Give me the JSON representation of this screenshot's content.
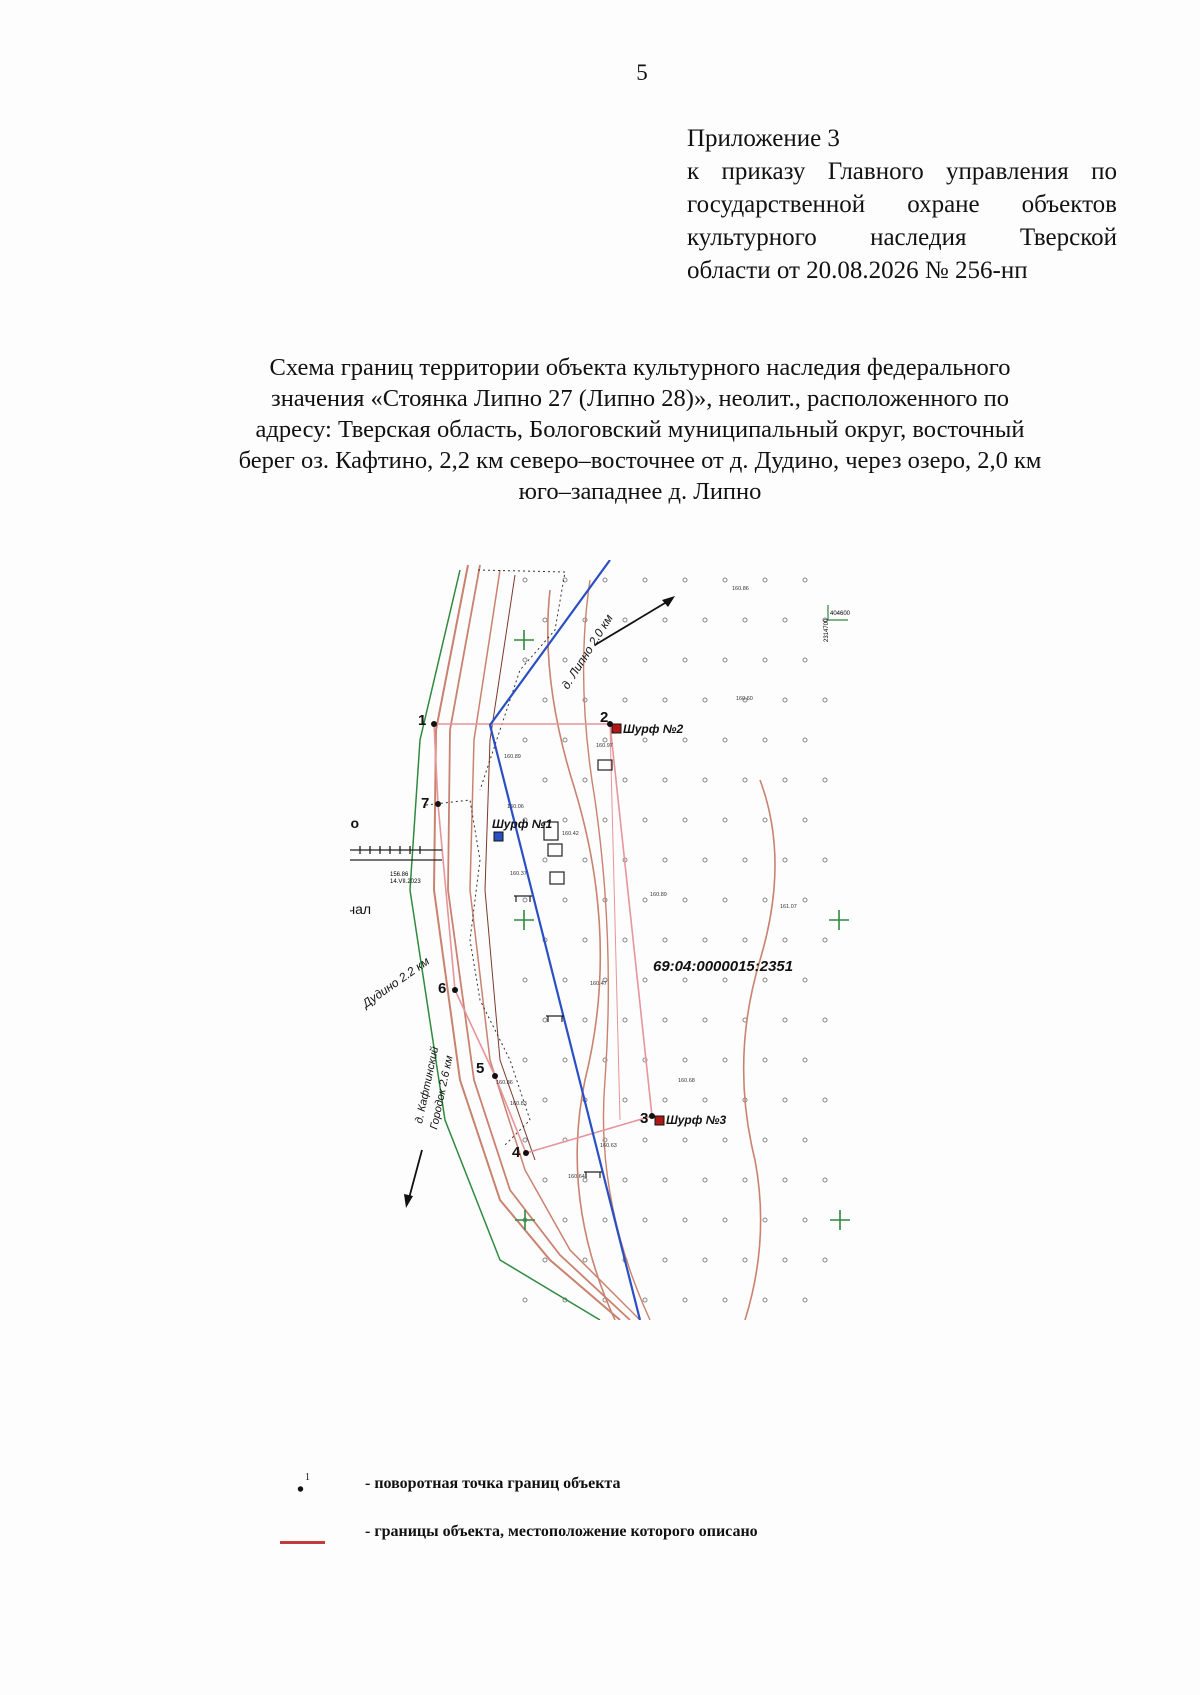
{
  "page_number": "5",
  "appendix": [
    "Приложение 3",
    "к приказу Главного управления по",
    "государственной охране объектов",
    "культурного наследия Тверской",
    "области от 20.08.2026 № 256-нп"
  ],
  "title": [
    "Схема границ территории объекта культурного наследия федерального",
    "значения «Стоянка Липно 27 (Липно 28)», неолит., расположенного по",
    "адресу: Тверская область, Бологовский муниципальный округ, восточный",
    "берег оз. Кафтино, 2,2 км северо–восточнее от д. Дудино, через озеро, 2,0 км",
    "юго–западнее д. Липно"
  ],
  "map": {
    "cadastral_number": "69:04:0000015:2351",
    "points": [
      "1",
      "2",
      "3",
      "4",
      "5",
      "6",
      "7"
    ],
    "pits": [
      "Шурф №1",
      "Шурф №2",
      "Шурф №3"
    ],
    "direction_lipno": "д. Липно 2.0 км",
    "direction_dudino": "Дудино 2.2 км",
    "direction_kaftino_1": "д. Кафтинский",
    "direction_kaftino_2": "Городок 2.6 км",
    "edge_text_no": "но",
    "edge_text_ichal": "ичал",
    "small_labels": {
      "grid_ref": "404600",
      "grid_ref_vertical": "2314700",
      "spot_1": "160.86",
      "spot_2": "160.60",
      "spot_3": "160.97",
      "spot_4": "160.06",
      "spot_5": "160.42",
      "spot_6": "160.37",
      "spot_7": "160.89",
      "spot_8": "161.07",
      "spot_9": "160.47",
      "spot_10": "160.68",
      "spot_11": "160.86",
      "spot_12": "160.83",
      "spot_13": "160.63",
      "spot_14": "160.64",
      "spot_15": "160.89",
      "level_value": "156.86",
      "level_date": "14.VII.2023"
    },
    "colors": {
      "boundary": "#e6959a",
      "shore": "#c9826f",
      "shore_dark": "#7a3a2a",
      "blue_line": "#2a4fc4",
      "green": "#2f8a3e",
      "pit": "#b01818"
    }
  },
  "legend": [
    {
      "symbol_label": "1",
      "label": "- поворотная точка границ объекта"
    },
    {
      "label": "- границы объекта, местоположение которого описано"
    }
  ]
}
